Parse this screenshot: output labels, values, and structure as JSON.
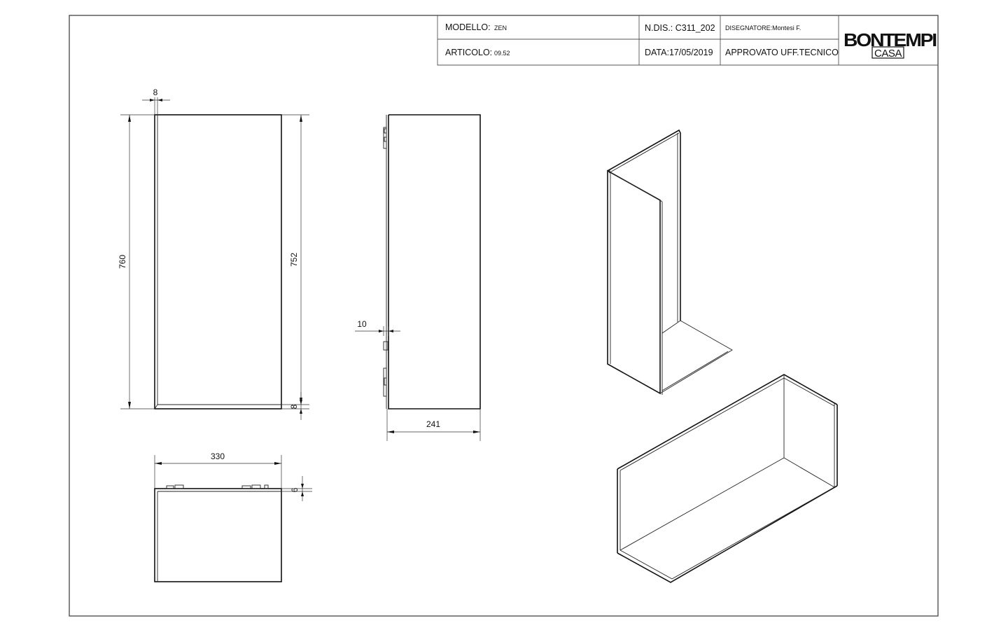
{
  "title_block": {
    "modello_label": "MODELLO:",
    "modello_value": "ZEN",
    "articolo_label": "ARTICOLO:",
    "articolo_value": "09.52",
    "ndis": "N.DIS.: C311_202",
    "data": "DATA:17/05/2019",
    "disegnatore": "DISEGNATORE:Montesi F.",
    "approvato": "APPROVATO UFF.TECNICO"
  },
  "logo": {
    "brand": "BONTEMPI",
    "sub": "CASA"
  },
  "dimensions": {
    "front_thickness": "8",
    "front_height": "760",
    "inner_height": "752",
    "bottom_thickness": "8",
    "side_offset": "10",
    "depth": "241",
    "width": "330",
    "top_thickness": "6"
  },
  "colors": {
    "line": "#111111",
    "frame": "#444444",
    "paper": "#ffffff"
  }
}
